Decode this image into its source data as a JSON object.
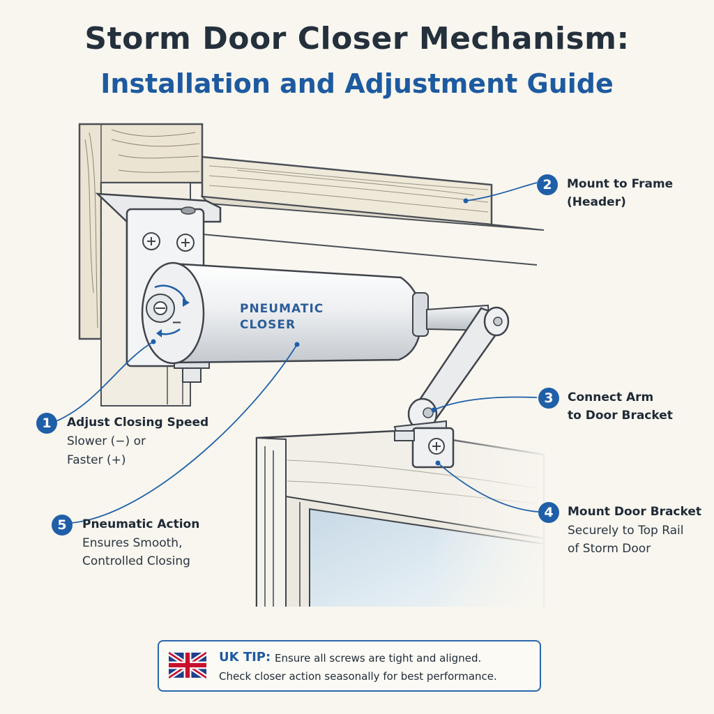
{
  "header": {
    "title": "Storm Door Closer Mechanism:",
    "subtitle": "Installation and Adjustment Guide"
  },
  "closer": {
    "label_line1": "PNEUMATIC",
    "label_line2": "CLOSER",
    "minus_sign": "−"
  },
  "callouts": [
    {
      "number": "1",
      "title": "Adjust Closing Speed",
      "lines": [
        "Slower (−) or",
        "Faster (+)"
      ]
    },
    {
      "number": "2",
      "title": "Mount to Frame",
      "lines": [
        "(Header)"
      ]
    },
    {
      "number": "3",
      "title": "Connect Arm",
      "lines": [
        "to Door Bracket"
      ]
    },
    {
      "number": "4",
      "title": "Mount Door Bracket",
      "lines": [
        "Securely to Top Rail",
        "of Storm Door"
      ]
    },
    {
      "number": "5",
      "title": "Pneumatic Action",
      "lines": [
        "Ensures Smooth,",
        "Controlled Closing"
      ]
    }
  ],
  "tip": {
    "label": "UK TIP:",
    "line1": "Ensure all screws are tight and aligned.",
    "line2": "Check closer action seasonally for best performance.",
    "flag_icon": "union-jack-flag-icon"
  },
  "colors": {
    "accent_blue": "#1f5fa8",
    "title_dark": "#24303c",
    "background": "#f8f6ef"
  }
}
